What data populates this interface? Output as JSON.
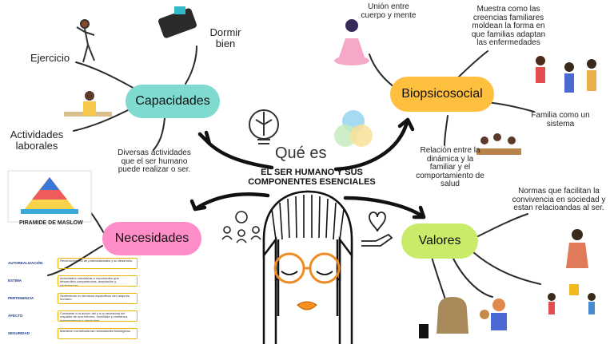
{
  "center": {
    "question": "Qué es",
    "title": "EL SER HUMANO Y SUS COMPONENTES ESENCIALES"
  },
  "nodes": {
    "capacidades": {
      "label": "Capacidades",
      "color": "#7fdad0"
    },
    "biopsicosocial": {
      "label": "Biopsicosocial",
      "color": "#ffbf3f"
    },
    "necesidades": {
      "label": "Necesidades",
      "color": "#ff8ec8"
    },
    "valores": {
      "label": "Valores",
      "color": "#c8ec6a"
    }
  },
  "capacidades_items": {
    "ejercicio": "Ejercicio",
    "dormir": "Dormir bien",
    "actividades": "Actividades laborales",
    "diversas": "Diversas actividades que el ser humano puede realizar o ser."
  },
  "biopsicosocial_items": {
    "union": "Unión entre cuerpo y mente",
    "muestra": "Muestra como las creencias familiares moldean  la forma en que familias  adaptan  las enfermedades",
    "familia": "Familia como un sistema",
    "relacion": "Relación entre la dinámica y la familiar y el comportamiento de salud"
  },
  "valores_items": {
    "normas": "Normas que facilitan la convivencia en sociedad  y estan relacioandas al ser."
  },
  "necesidades_items": {
    "piramide": "PIRAMIDE DE MASLOW",
    "table": [
      {
        "key": "AUTOREALIZACIÓN",
        "val": "Reconocimiento de potencialidades y su desarrollo."
      },
      {
        "key": "ESTIMA",
        "val": "Actividades valorativas e importantes que desarrollen competencias, aceptación y participación."
      },
      {
        "key": "PERTENENCIA",
        "val": "Sentimiento en términos específicos del conjunto humano."
      },
      {
        "key": "AFECTO",
        "val": "Constante a la acción del y a la necesidad del respaldo de una entorno, movilidad y confianza, independencia y afectividad."
      },
      {
        "key": "SEGURIDAD",
        "val": "Mantener constituida las necesidades fisiológicas."
      }
    ]
  }
}
